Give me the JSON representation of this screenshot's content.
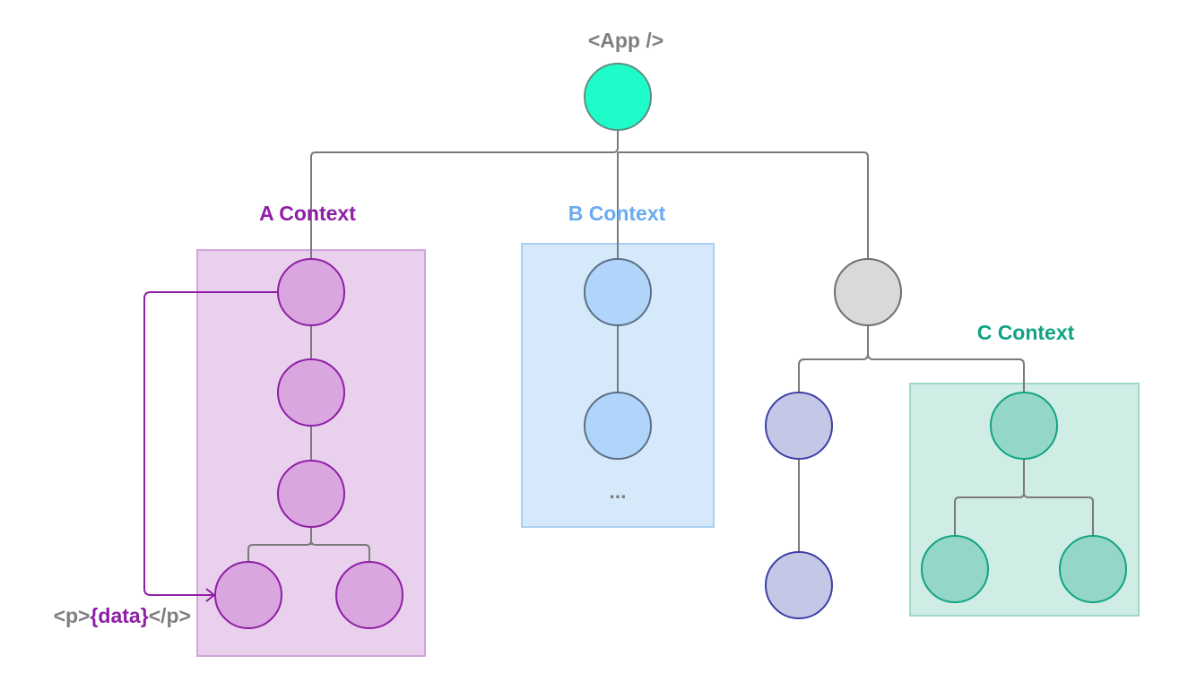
{
  "root_label": "<App />",
  "contexts": {
    "a": {
      "label": "A Context",
      "color": "#8e1fa5"
    },
    "b": {
      "label": "B Context",
      "color": "#6aabef"
    },
    "c": {
      "label": "C Context",
      "color": "#11a383"
    }
  },
  "consumer": {
    "open_tag": "<p>",
    "data_text": "{data}",
    "close_tag": "</p>"
  },
  "ellipsis": "...",
  "colors": {
    "root_fill": "#1efcc9",
    "a_fill": "#daa6df",
    "a_region": "#e9d0ed",
    "b_fill": "#b1d5fa",
    "b_region": "#d5e9fa",
    "gray_fill": "#d9d9d9",
    "indigo_fill": "#c5c7e7",
    "indigo_stroke": "#3c41a6",
    "c_fill": "#94d7c8",
    "c_region": "#cfece5",
    "connector": "#7a7a7a",
    "tag_gray": "#7f7f7f"
  }
}
